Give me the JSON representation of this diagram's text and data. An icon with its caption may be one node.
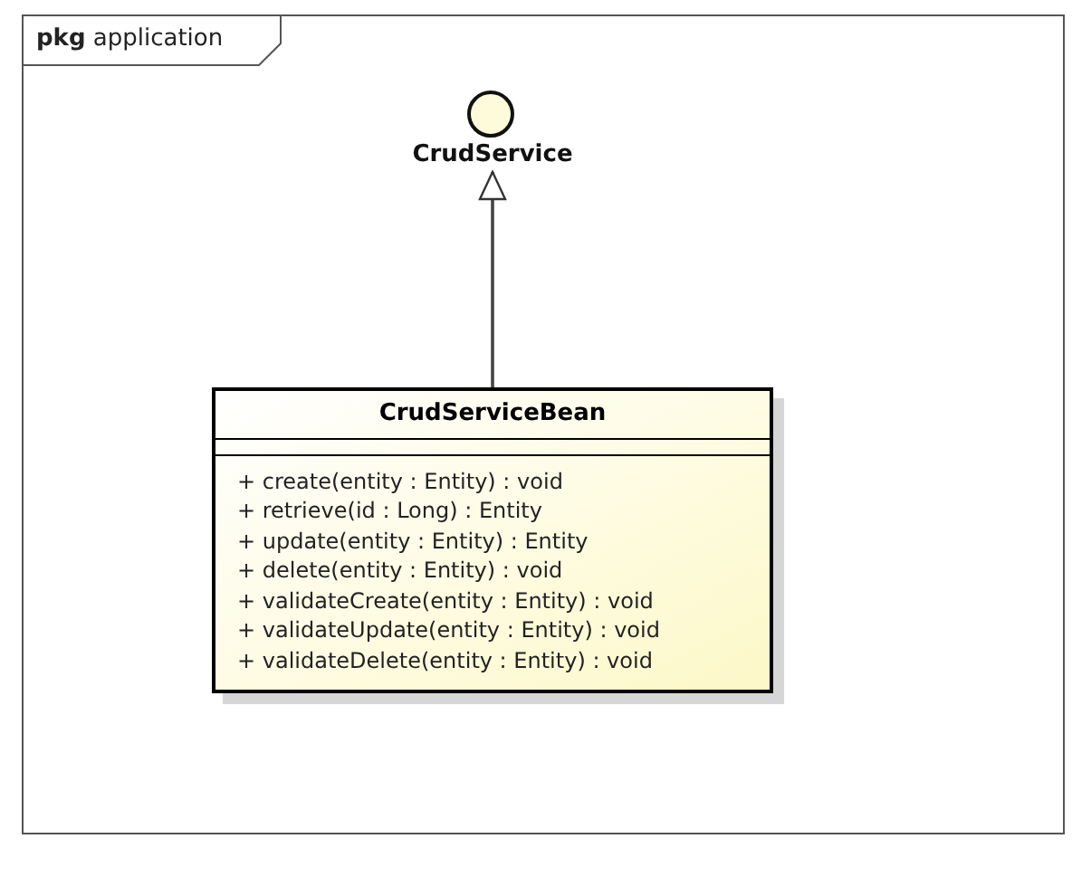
{
  "diagram": {
    "nodes": [
      {
        "text": [
          "**pkg** application"
        ]
      },
      {
        "text": [
          "CrudService"
        ],
        "in": 0
      },
      {
        "text": [
          "CrudServiceBean",
          "+ create(entity : Entity) : void",
          "+ retrieve(id : Long) : Entity",
          "+ update(entity : Entity) : Entity",
          "+ delete(entity : Entity) : void",
          "+ validateCreate(entity : Entity) : void",
          "+ validateUpdate(entity : Entity) : void",
          "+ validateDelete(entity : Entity) : void"
        ],
        "in": 0
      }
    ],
    "edges": [
      {
        "from": 2,
        "to": 1,
        "arrow": "to"
      }
    ]
  }
}
